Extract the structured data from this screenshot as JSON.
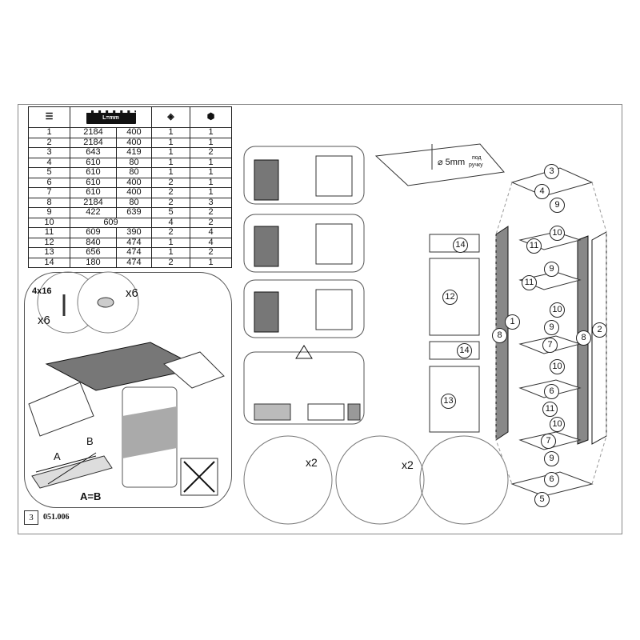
{
  "table": {
    "header_icons": [
      "list-numbered-icon",
      "ruler-icon",
      "layers-icon",
      "package-icon"
    ],
    "ruler_label": "L=mm",
    "rows": [
      [
        "1",
        "2184",
        "400",
        "1",
        "1"
      ],
      [
        "2",
        "2184",
        "400",
        "1",
        "1"
      ],
      [
        "3",
        "643",
        "419",
        "1",
        "2"
      ],
      [
        "4",
        "610",
        "80",
        "1",
        "1"
      ],
      [
        "5",
        "610",
        "80",
        "1",
        "1"
      ],
      [
        "6",
        "610",
        "400",
        "2",
        "1"
      ],
      [
        "7",
        "610",
        "400",
        "2",
        "1"
      ],
      [
        "8",
        "2184",
        "80",
        "2",
        "3"
      ],
      [
        "9",
        "422",
        "639",
        "5",
        "2"
      ],
      [
        "10",
        "609",
        "",
        "4",
        "2"
      ],
      [
        "11",
        "609",
        "390",
        "2",
        "4"
      ],
      [
        "12",
        "840",
        "474",
        "1",
        "4"
      ],
      [
        "13",
        "656",
        "474",
        "1",
        "2"
      ],
      [
        "14",
        "180",
        "474",
        "2",
        "1"
      ]
    ]
  },
  "left_panel": {
    "screw_size": "4x16",
    "screw_qty": "x6",
    "cap_qty": "x6",
    "label_a": "A",
    "label_b": "B",
    "equation": "A=B"
  },
  "footer": {
    "page": "3",
    "code": "051.006"
  },
  "drill": {
    "diameter": "⌀ 5mm",
    "note_line1": "под",
    "note_line2": "ручку"
  },
  "steps": {
    "qty1": "x2",
    "qty2": "x2"
  },
  "parts_front": [
    "14",
    "12",
    "14",
    "13"
  ],
  "parts_cabinet": [
    "3",
    "4",
    "9",
    "10",
    "11",
    "9",
    "11",
    "10",
    "9",
    "7",
    "10",
    "6",
    "11",
    "10",
    "7",
    "9",
    "6",
    "5",
    "8",
    "1",
    "8",
    "2"
  ]
}
